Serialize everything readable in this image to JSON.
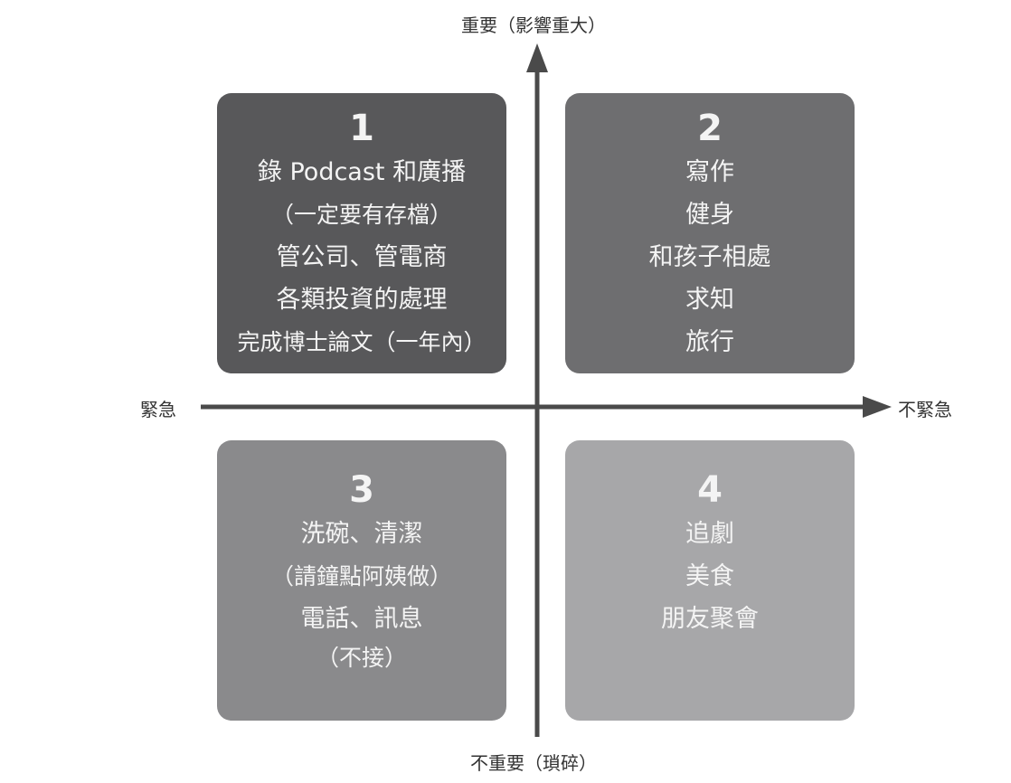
{
  "axes": {
    "top": "重要（影響重大）",
    "bottom": "不重要（瑣碎）",
    "left": "緊急",
    "right": "不緊急"
  },
  "colors": {
    "q1": "#58585a",
    "q2": "#6e6e70",
    "q3": "#8a8a8c",
    "q4": "#a7a7a9",
    "axis": "#4a4a4a"
  },
  "quadrants": [
    {
      "number": "1",
      "lines": [
        "錄 Podcast 和廣播",
        "（一定要有存檔）",
        "管公司、管電商",
        "各類投資的處理",
        "完成博士論文（一年內）"
      ]
    },
    {
      "number": "2",
      "lines": [
        "寫作",
        "健身",
        "和孩子相處",
        "求知",
        "旅行"
      ]
    },
    {
      "number": "3",
      "lines": [
        "洗碗、清潔",
        "（請鐘點阿姨做）",
        "電話、訊息",
        "（不接）"
      ]
    },
    {
      "number": "4",
      "lines": [
        "追劇",
        "美食",
        "朋友聚會"
      ]
    }
  ]
}
